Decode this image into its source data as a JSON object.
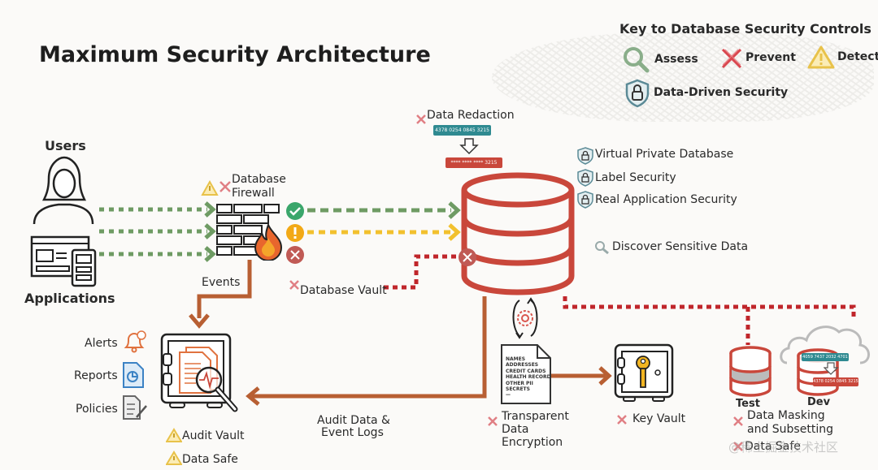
{
  "title": "Maximum Security Architecture",
  "legend": {
    "title": "Key to Database Security Controls",
    "items": [
      {
        "icon": "magnifier-icon",
        "label": "Assess",
        "color": "#8aae8a"
      },
      {
        "icon": "x-icon",
        "label": "Prevent",
        "color": "#d9474f"
      },
      {
        "icon": "warning-triangle-icon",
        "label": "Detect",
        "color": "#e8c24a"
      },
      {
        "icon": "shield-lock-icon",
        "label": "Data-Driven Security",
        "color": "#5b8a96"
      }
    ]
  },
  "sources": {
    "users": "Users",
    "applications": "Applications"
  },
  "firewall": {
    "label_line1": "Database",
    "label_line2": "Firewall",
    "events": "Events"
  },
  "redaction": {
    "label": "Data Redaction",
    "original": "4378 0254 0845 3215",
    "redacted": "**** **** **** 3215"
  },
  "data_driven": [
    "Virtual Private Database",
    "Label Security",
    "Real Application Security"
  ],
  "discover": "Discover Sensitive Data",
  "database_vault": "Database Vault",
  "audit": {
    "side_items": [
      "Alerts",
      "Reports",
      "Policies"
    ],
    "audit_vault": "Audit Vault",
    "data_safe": "Data Safe",
    "flow_label_line1": "Audit Data &",
    "flow_label_line2": "Event Logs"
  },
  "tde": {
    "doc_lines": [
      "NAMES",
      "ADDRESSES",
      "CREDIT CARDS",
      "HEALTH RECORD",
      "OTHER PII",
      "SECRETS",
      "—"
    ],
    "label_line1": "Transparent",
    "label_line2": "Data",
    "label_line3": "Encryption"
  },
  "key_vault": "Key Vault",
  "masking": {
    "test": "Test",
    "dev": "Dev",
    "label_line1": "Data Masking",
    "label_line2": "and Subsetting",
    "data_safe": "Data Safe",
    "dev_original": "4378 0254 0845 3215",
    "dev_masked": "4059 7437 2032 4701"
  },
  "watermark": "@稀土掘金技术社区",
  "colors": {
    "db_red": "#c9473b",
    "flow_brown": "#b85f33",
    "allow_green": "#6e9b63",
    "warn_yellow": "#f2c12e",
    "block_red": "#c9473b",
    "teal": "#2f8a91"
  }
}
